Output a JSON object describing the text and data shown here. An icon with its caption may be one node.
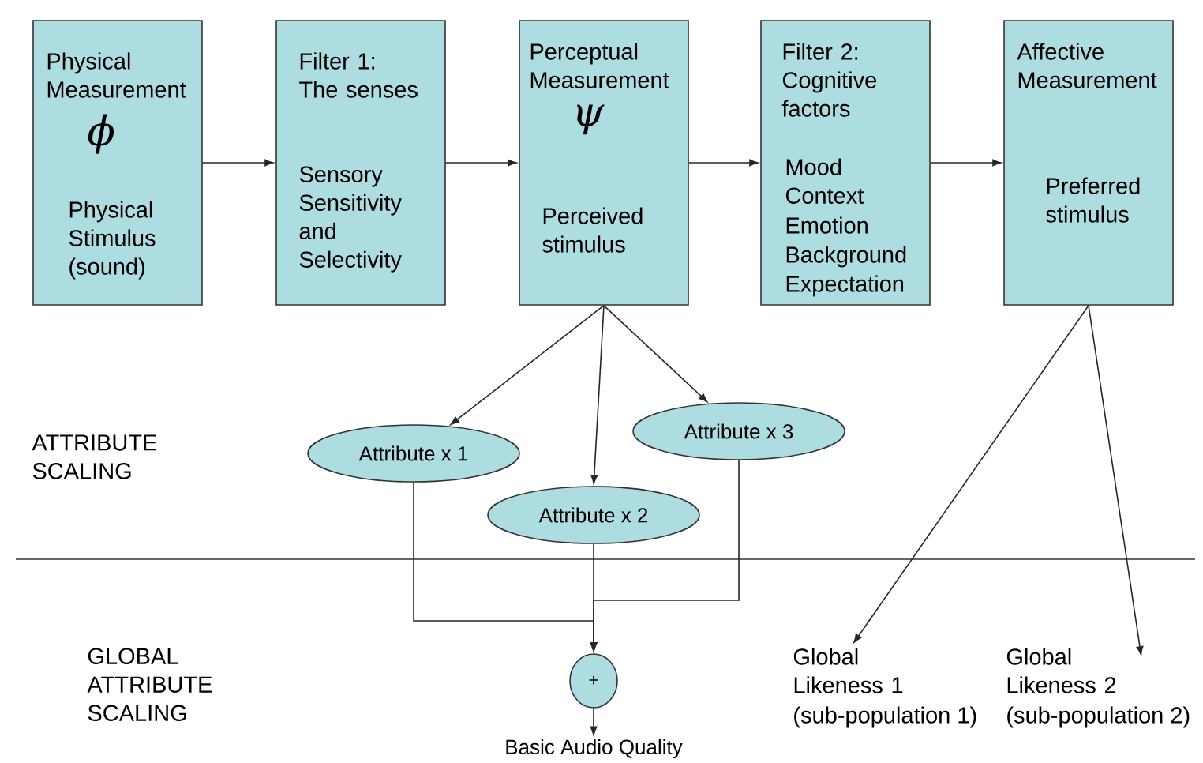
{
  "diagram": {
    "nodes": [
      {
        "text": [
          "Physical Measurement",
          "ϕ",
          "Physical Stimulus (sound)"
        ]
      },
      {
        "text": [
          "Filter 1: The senses",
          "Sensory Sensitivity and Selectivity"
        ]
      },
      {
        "text": [
          "Perceptual Measurement",
          "ψ",
          "Perceived stimulus"
        ]
      },
      {
        "text": [
          "Filter 2: Cognitive factors",
          "Mood",
          "Context",
          "Emotion",
          "Background",
          "Expectation"
        ]
      },
      {
        "text": [
          "Affective Measurement",
          "Preferred stimulus"
        ]
      },
      {
        "text": [
          "Attribute x 1"
        ]
      },
      {
        "text": [
          "Attribute x 2"
        ]
      },
      {
        "text": [
          "Attribute x 3"
        ]
      },
      {
        "text": [
          "+"
        ]
      },
      {
        "text": [
          "Basic Audio Quality"
        ]
      },
      {
        "text": [
          "Global Likeness 1",
          "(sub-population 1)"
        ]
      },
      {
        "text": [
          "Global Likeness 2",
          "(sub-population 2)"
        ]
      }
    ],
    "edges": [
      {
        "from": 0,
        "to": 1,
        "arrow": "to"
      },
      {
        "from": 1,
        "to": 2,
        "arrow": "to"
      },
      {
        "from": 2,
        "to": 3,
        "arrow": "to"
      },
      {
        "from": 3,
        "to": 4,
        "arrow": "to"
      },
      {
        "from": 2,
        "to": 5,
        "arrow": "to"
      },
      {
        "from": 2,
        "to": 6,
        "arrow": "to"
      },
      {
        "from": 2,
        "to": 7,
        "arrow": "to"
      },
      {
        "from": 5,
        "to": 8,
        "arrow": "to"
      },
      {
        "from": 6,
        "to": 8,
        "arrow": "to"
      },
      {
        "from": 7,
        "to": 8,
        "arrow": "to"
      },
      {
        "from": 8,
        "to": 9,
        "arrow": "to"
      },
      {
        "from": 4,
        "to": 10,
        "arrow": "to"
      },
      {
        "from": 4,
        "to": 11,
        "arrow": "to"
      }
    ],
    "labels": [
      "ATTRIBUTE SCALING",
      "GLOBAL ATTRIBUTE SCALING"
    ]
  }
}
